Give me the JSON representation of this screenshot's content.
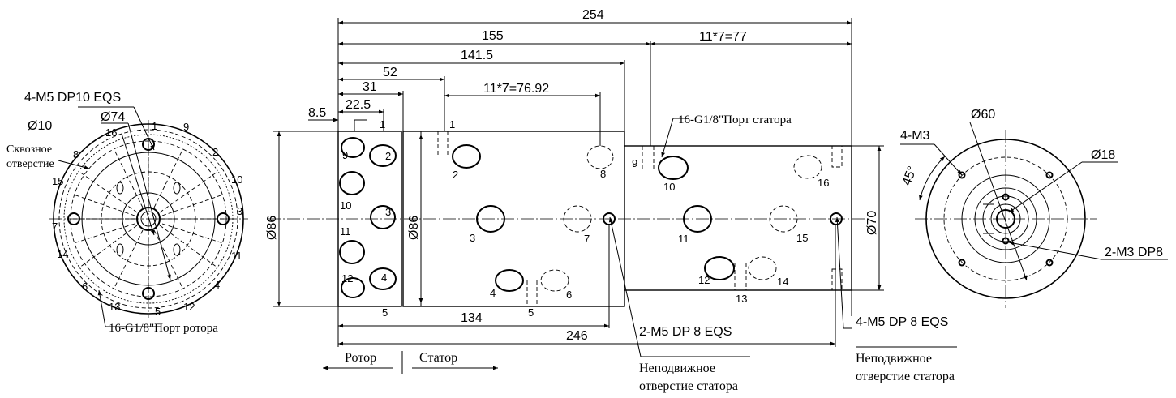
{
  "rotor_label": "Ротор",
  "stator_label": "Статор",
  "left_view": {
    "thread_note": "4-M5 DP10 EQS",
    "dia_74": "Ø74",
    "dia_10": "Ø10",
    "through_hole_1": "Сквозное",
    "through_hole_2": "отверстие",
    "rotor_port": "16-G1/8\"Порт ротора",
    "port_numbers": [
      "1",
      "9",
      "2",
      "10",
      "3",
      "11",
      "4",
      "12",
      "5",
      "13",
      "6",
      "14",
      "7",
      "15",
      "8",
      "16"
    ]
  },
  "side_view": {
    "dims_top": [
      "254",
      "155",
      "141.5",
      "52",
      "31",
      "22.5",
      "8.5",
      "11*7=77",
      "11*7=76.92"
    ],
    "dims_bottom": [
      "134",
      "246"
    ],
    "dia_86_left": "Ø86",
    "dia_86_mid": "Ø86",
    "dia_70": "Ø70",
    "stator_port": "16-G1/8\"Порт статора",
    "note_2m5": "2-M5 DP 8 EQS",
    "note_4m5": "4-M5 DP 8 EQS",
    "fixed_hole_1a": "Неподвижное",
    "fixed_hole_1b": "отверстие статора",
    "fixed_hole_2a": "Неподвижное",
    "fixed_hole_2b": "отверстие статора",
    "rotor_numbers": [
      "1",
      "2",
      "3",
      "4",
      "5",
      "9",
      "10",
      "11",
      "12"
    ],
    "mid_numbers": [
      "1",
      "2",
      "3",
      "4",
      "5",
      "6",
      "7",
      "8"
    ],
    "stator_numbers": [
      "9",
      "10",
      "11",
      "12",
      "13",
      "14",
      "15",
      "16"
    ]
  },
  "right_view": {
    "thread_4m3": "4-M3",
    "dia_60": "Ø60",
    "dia_18": "Ø18",
    "angle_45": "45°",
    "thread_2m3": "2-M3 DP8"
  }
}
